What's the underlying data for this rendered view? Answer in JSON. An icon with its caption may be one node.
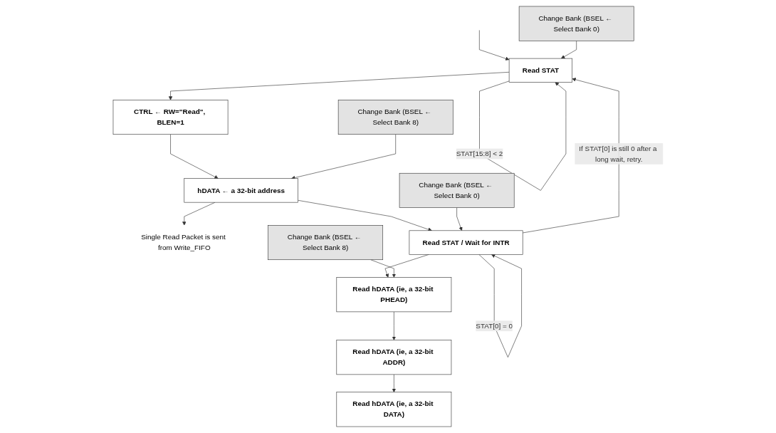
{
  "diagram": {
    "nodes": [
      {
        "text": [
          "Change Bank (BSEL ← Select Bank 0)"
        ]
      },
      {
        "text": [
          "Read STAT"
        ]
      },
      {
        "text": [
          "CTRL ← RW=\"Read\", BLEN=1"
        ]
      },
      {
        "text": [
          "Change Bank (BSEL ← Select Bank 8)"
        ]
      },
      {
        "text": [
          "hDATA ← a 32-bit address"
        ]
      },
      {
        "text": [
          "Single Read Packet is sent from Write_FIFO"
        ]
      },
      {
        "text": [
          "Change Bank (BSEL ← Select Bank 0)"
        ]
      },
      {
        "text": [
          "Read STAT / Wait for INTR"
        ]
      },
      {
        "text": [
          "Change Bank (BSEL ← Select Bank 8)"
        ]
      },
      {
        "text": [
          "Read hDATA (ie, a 32-bit PHEAD)"
        ]
      },
      {
        "text": [
          "Read hDATA (ie, a 32-bit ADDR)"
        ]
      },
      {
        "text": [
          "Read hDATA (ie, a 32-bit DATA)"
        ]
      }
    ],
    "edges": [
      {
        "from": null,
        "to": 1,
        "arrow": "to"
      },
      {
        "from": 0,
        "to": 1,
        "arrow": "to"
      },
      {
        "from": 1,
        "to": 1,
        "arrow": "to",
        "label": "STAT[15:8] < 2"
      },
      {
        "from": 1,
        "to": 2,
        "arrow": "to"
      },
      {
        "from": 2,
        "to": 4,
        "arrow": "to"
      },
      {
        "from": 3,
        "to": 4,
        "arrow": "to"
      },
      {
        "from": 4,
        "to": 5,
        "arrow": "to"
      },
      {
        "from": 4,
        "to": 7,
        "arrow": "to"
      },
      {
        "from": 6,
        "to": 7,
        "arrow": "to"
      },
      {
        "from": 7,
        "to": 7,
        "arrow": "to",
        "label": "STAT[0] = 0"
      },
      {
        "from": 7,
        "to": 1,
        "arrow": "to",
        "label": "If STAT[0] is still 0 after a long wait, retry."
      },
      {
        "from": 7,
        "to": 9,
        "arrow": "to"
      },
      {
        "from": 8,
        "to": 9,
        "arrow": "to"
      },
      {
        "from": 9,
        "to": 10,
        "arrow": "to"
      },
      {
        "from": 10,
        "to": 11,
        "arrow": "to"
      }
    ]
  }
}
